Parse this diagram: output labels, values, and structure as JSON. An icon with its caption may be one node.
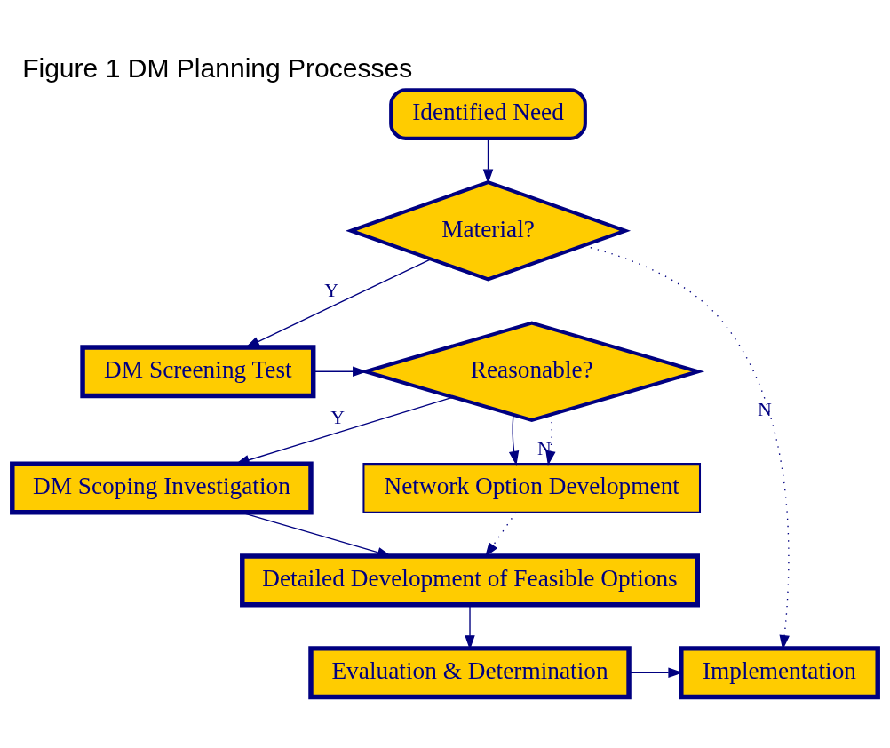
{
  "diagram": {
    "title": "Figure 1 DM Planning Processes",
    "nodes": [
      {
        "text": [
          "Identified Need"
        ]
      },
      {
        "text": [
          "Material?"
        ]
      },
      {
        "text": [
          "DM Screening Test"
        ]
      },
      {
        "text": [
          "Reasonable?"
        ]
      },
      {
        "text": [
          "DM Scoping Investigation"
        ]
      },
      {
        "text": [
          "Network Option Development"
        ]
      },
      {
        "text": [
          "Detailed Development of Feasible Options"
        ]
      },
      {
        "text": [
          "Evaluation & Determination"
        ]
      },
      {
        "text": [
          "Implementation"
        ]
      }
    ],
    "edges": [
      {
        "from": 0,
        "to": 1,
        "arrow": "to"
      },
      {
        "from": 1,
        "to": 2,
        "arrow": "to",
        "label": "Y"
      },
      {
        "from": 1,
        "to": 8,
        "arrow": "to",
        "label": "N",
        "style": "dashed"
      },
      {
        "from": 2,
        "to": 3,
        "arrow": "to"
      },
      {
        "from": 3,
        "to": 4,
        "arrow": "to",
        "label": "Y"
      },
      {
        "from": 3,
        "to": 5,
        "arrow": "to"
      },
      {
        "from": 3,
        "to": 5,
        "arrow": "to",
        "label": "N",
        "style": "dashed"
      },
      {
        "from": 4,
        "to": 6,
        "arrow": "to"
      },
      {
        "from": 5,
        "to": 6,
        "arrow": "to",
        "style": "dashed"
      },
      {
        "from": 6,
        "to": 7,
        "arrow": "to"
      },
      {
        "from": 7,
        "to": 8,
        "arrow": "to"
      }
    ]
  }
}
